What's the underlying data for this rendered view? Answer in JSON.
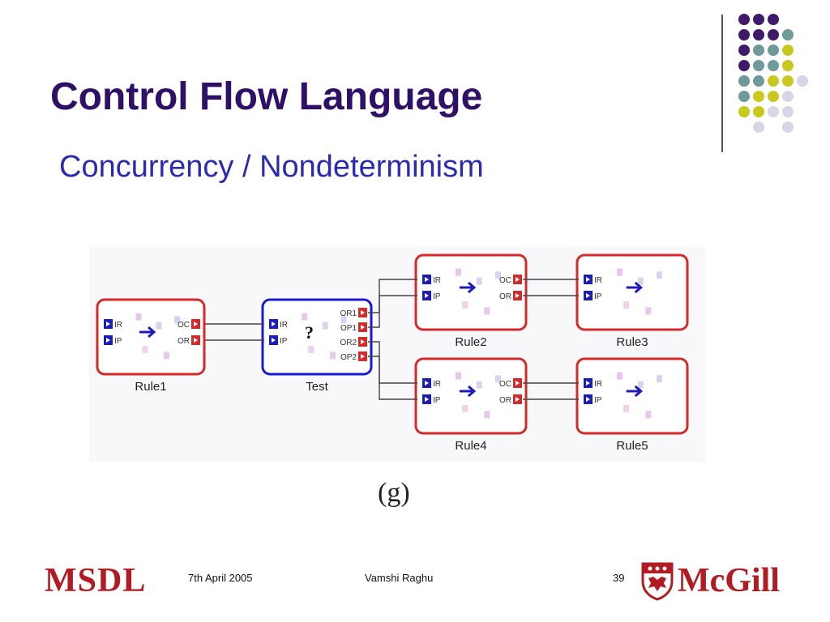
{
  "slide": {
    "title": "Control Flow Language",
    "subtitle": "Concurrency / Nondeterminism",
    "caption": "(g)"
  },
  "footer": {
    "left_logo": "MSDL",
    "date": "7th April 2005",
    "author": "Vamshi Raghu",
    "page_number": "39",
    "right_logo": "McGill"
  },
  "colors": {
    "title": "#2e1166",
    "subtitle": "#2b2bb2",
    "rule_border": "#d42a2a",
    "test_border": "#1a1acc",
    "logo_red": "#b01c22",
    "dot_purple": "#3f1a6b",
    "dot_teal": "#6f9a9a",
    "dot_yellow": "#c8c81e",
    "dot_lavender": "#d6d6e6"
  },
  "diagram": {
    "nodes": [
      {
        "id": "rule1",
        "label": "Rule1",
        "inputs": [
          "IR",
          "IP"
        ],
        "outputs": [
          "OC",
          "OR"
        ]
      },
      {
        "id": "test",
        "label": "Test",
        "inputs": [
          "IR",
          "IP"
        ],
        "outputs": [
          "OR1",
          "OP1",
          "OR2",
          "OP2"
        ]
      },
      {
        "id": "rule2",
        "label": "Rule2",
        "inputs": [
          "IR",
          "IP"
        ],
        "outputs": [
          "OC",
          "OR"
        ]
      },
      {
        "id": "rule3",
        "label": "Rule3",
        "inputs": [
          "IR",
          "IP"
        ],
        "outputs": []
      },
      {
        "id": "rule4",
        "label": "Rule4",
        "inputs": [
          "IR",
          "IP"
        ],
        "outputs": [
          "OC",
          "OR"
        ]
      },
      {
        "id": "rule5",
        "label": "Rule5",
        "inputs": [
          "IR",
          "IP"
        ],
        "outputs": []
      }
    ],
    "edges": [
      {
        "from": "rule1.OC",
        "to": "test.IR"
      },
      {
        "from": "rule1.OR",
        "to": "test.IP"
      },
      {
        "from": "test.OR1",
        "to": "rule2.IR"
      },
      {
        "from": "test.OP1",
        "to": "rule2.IP"
      },
      {
        "from": "test.OR2",
        "to": "rule4.IR"
      },
      {
        "from": "test.OP2",
        "to": "rule4.IP"
      },
      {
        "from": "rule2.OC",
        "to": "rule3.IR"
      },
      {
        "from": "rule2.OR",
        "to": "rule3.IP"
      },
      {
        "from": "rule4.OC",
        "to": "rule5.IR"
      },
      {
        "from": "rule4.OR",
        "to": "rule5.IP"
      }
    ],
    "test_symbol": "?"
  }
}
